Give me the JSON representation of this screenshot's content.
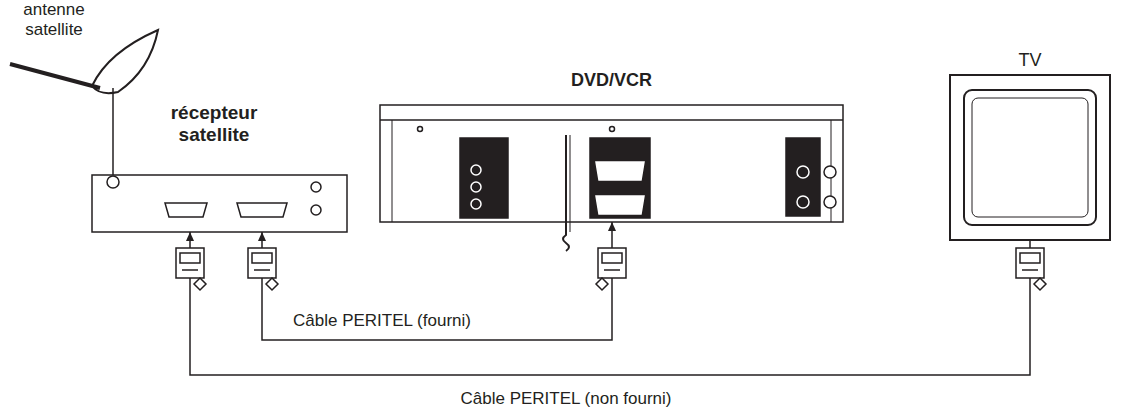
{
  "diagram": {
    "nodes": [
      {
        "text": [
          "antenne satellite"
        ]
      },
      {
        "text": [
          "récepteur satellite"
        ]
      },
      {
        "text": [
          "DVD/VCR"
        ]
      },
      {
        "text": [
          "TV"
        ]
      }
    ],
    "edges": [
      {
        "from": 0,
        "to": 1,
        "arrow": "none"
      },
      {
        "from": 1,
        "to": 2,
        "label": "Câble PERITEL (fourni)",
        "arrow": "both"
      },
      {
        "from": 3,
        "to": 1,
        "label": "Câble PERITEL (non fourni)",
        "arrow": "to"
      }
    ]
  }
}
